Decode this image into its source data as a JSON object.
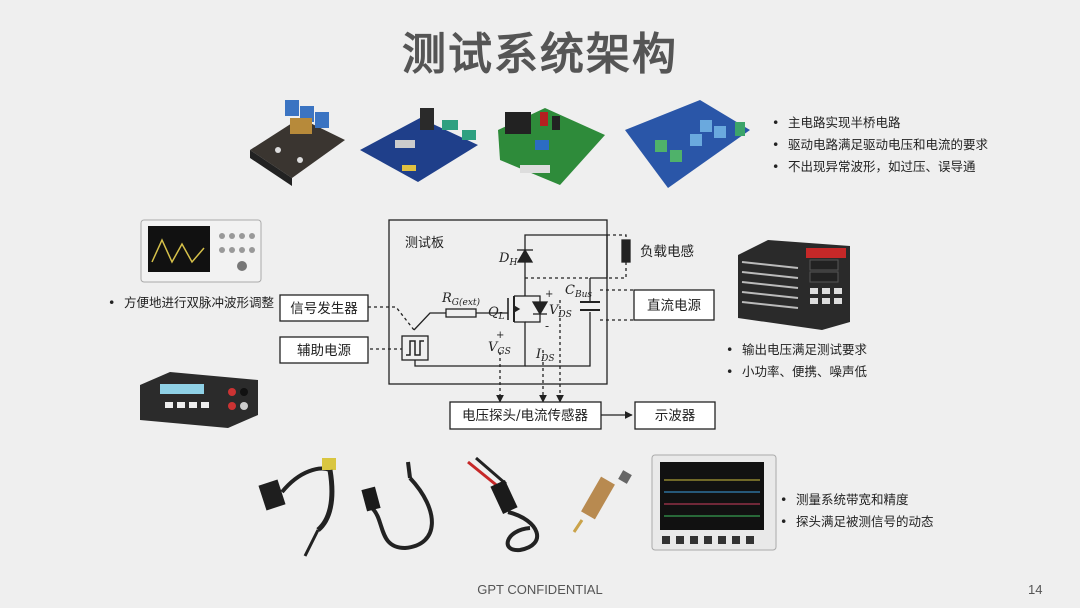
{
  "title": "测试系统架构",
  "bullets_board": [
    "主电路实现半桥电路",
    "驱动电路满足驱动电压和电流的要求",
    "不出现异常波形，如过压、误导通"
  ],
  "bullets_generator": [
    "方便地进行双脉冲波形调整"
  ],
  "bullets_dc": [
    "输出电压满足测试要求",
    "小功率、便携、噪声低"
  ],
  "bullets_scope": [
    "测量系统带宽和精度",
    "探头满足被测信号的动态"
  ],
  "diagram": {
    "board_label": "测试板",
    "signal_gen": "信号发生器",
    "aux_power": "辅助电源",
    "load_inductor": "负载电感",
    "dc_supply": "直流电源",
    "probe_sensor": "电压探头/电流传感器",
    "oscilloscope": "示波器",
    "dh": "D",
    "dh_sub": "H",
    "ql": "Q",
    "ql_sub": "L",
    "rg": "R",
    "rg_sub": "G(ext)",
    "cbus": "C",
    "cbus_sub": "Bus",
    "vds": "V",
    "vds_sub": "DS",
    "vgs": "V",
    "vgs_sub": "GS",
    "ids": "I",
    "ids_sub": "DS",
    "plus": "+",
    "minus": "-"
  },
  "footer": "GPT CONFIDENTIAL",
  "page_number": "14"
}
